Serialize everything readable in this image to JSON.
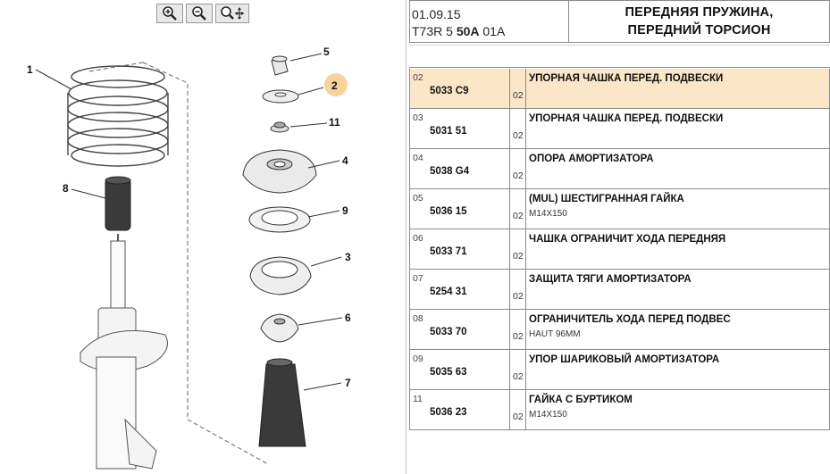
{
  "header": {
    "date": "01.09.15",
    "code_prefix": "T73R 5 ",
    "code_bold": "50A",
    "code_suffix": " 01A",
    "title_line1": "ПЕРЕДНЯЯ ПРУЖИНА,",
    "title_line2": "ПЕРЕДНИЙ ТОРСИОН"
  },
  "toolbar": {
    "zoom_in_icon": "zoom-in-icon",
    "zoom_out_icon": "zoom-out-icon",
    "zoom_fit_icon": "zoom-move-icon"
  },
  "diagram": {
    "callouts": [
      "1",
      "8",
      "5",
      "2",
      "11",
      "4",
      "9",
      "3",
      "6",
      "7"
    ],
    "highlight_color": "#f7d49b"
  },
  "colors": {
    "selected_row": "#fbe6c8",
    "grid": "#8a8a8a"
  },
  "parts": [
    {
      "pos": "02",
      "ref": "5033 C9",
      "qty": "02",
      "desc": "УПОРНАЯ ЧАШКА ПЕРЕД. ПОДВЕСКИ",
      "note": "",
      "selected": true
    },
    {
      "pos": "03",
      "ref": "5031 51",
      "qty": "02",
      "desc": "УПОРНАЯ ЧАШКА ПЕРЕД. ПОДВЕСКИ",
      "note": "",
      "selected": false
    },
    {
      "pos": "04",
      "ref": "5038 G4",
      "qty": "02",
      "desc": "ОПОРА АМОРТИЗАТОРА",
      "note": "",
      "selected": false
    },
    {
      "pos": "05",
      "ref": "5036 15",
      "qty": "02",
      "desc": "(MUL) ШЕСТИГРАННАЯ ГАЙКА",
      "note": "M14X150",
      "selected": false
    },
    {
      "pos": "06",
      "ref": "5033 71",
      "qty": "02",
      "desc": "ЧАШКА ОГРАНИЧИТ ХОДА ПЕРЕДНЯЯ",
      "note": "",
      "selected": false
    },
    {
      "pos": "07",
      "ref": "5254 31",
      "qty": "02",
      "desc": "ЗАЩИТА ТЯГИ АМОРТИЗАТОРА",
      "note": "",
      "selected": false
    },
    {
      "pos": "08",
      "ref": "5033 70",
      "qty": "02",
      "desc": "ОГРАНИЧИТЕЛЬ ХОДА ПЕРЕД ПОДВЕС",
      "note": "HAUT 96MM",
      "selected": false
    },
    {
      "pos": "09",
      "ref": "5035 63",
      "qty": "02",
      "desc": "УПОР ШАРИКОВЫЙ АМОРТИЗАТОРА",
      "note": "",
      "selected": false
    },
    {
      "pos": "11",
      "ref": "5036 23",
      "qty": "02",
      "desc": "ГАЙКА С БУРТИКОМ",
      "note": "M14X150",
      "selected": false
    }
  ]
}
